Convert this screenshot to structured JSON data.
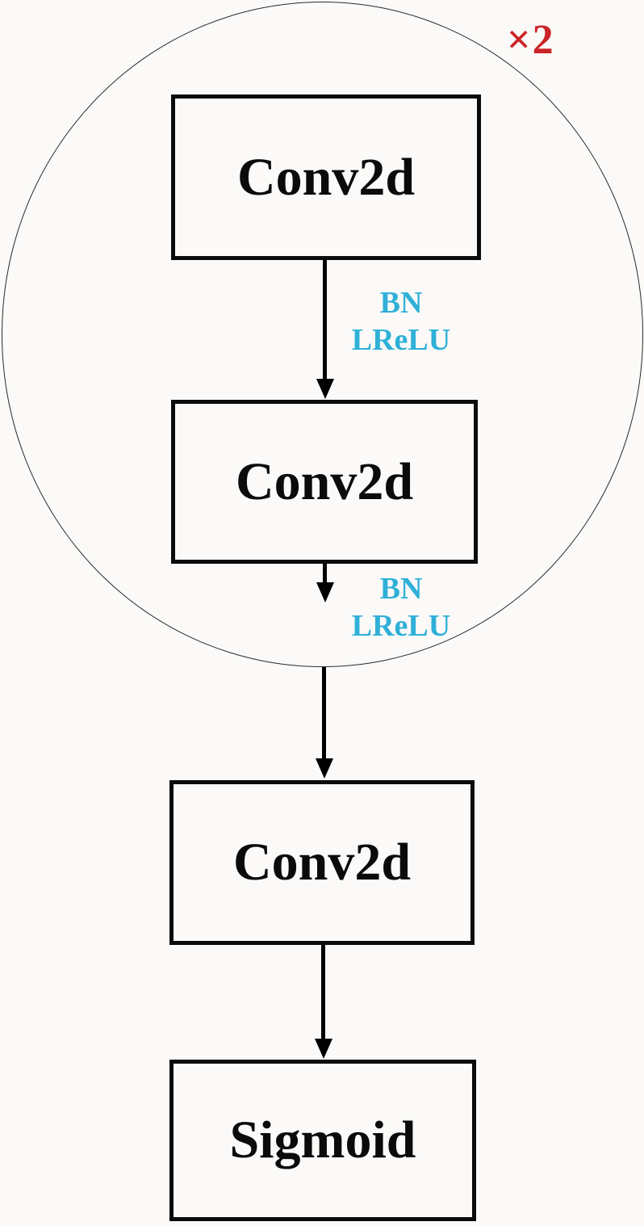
{
  "diagram": {
    "type": "flowchart",
    "group": {
      "shape": "ellipse",
      "repeat_annotation": "×2"
    },
    "nodes": [
      {
        "id": "conv2d-1",
        "label": "Conv2d",
        "inside_group": true
      },
      {
        "id": "conv2d-2",
        "label": "Conv2d",
        "inside_group": true
      },
      {
        "id": "conv2d-3",
        "label": "Conv2d",
        "inside_group": false
      },
      {
        "id": "sigmoid",
        "label": "Sigmoid",
        "inside_group": false
      }
    ],
    "edge_labels": [
      {
        "line1": "BN",
        "line2": "LReLU"
      },
      {
        "line1": "BN",
        "line2": "LReLU"
      }
    ],
    "colors": {
      "edge_label_cyan": "#2fb0d8",
      "repeat_label_red": "#cc2428",
      "line_black": "#000000",
      "background": "#fbfaf8"
    }
  }
}
